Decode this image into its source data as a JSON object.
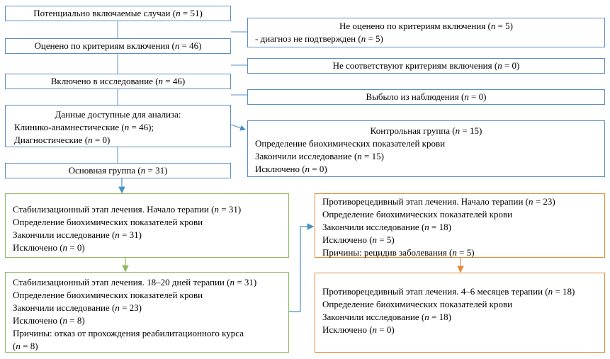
{
  "boxes": {
    "potential": [
      "Потенциально включаемые случаи (n = 51)"
    ],
    "not_evaluated": [
      "Не оценено по критериям включения  (n = 5)",
      "- диагноз не подтвержден (n = 5)"
    ],
    "evaluated": [
      "Оценено по критериям включения (n = 46)"
    ],
    "not_meet": [
      "Не соответствуют критериям включения (n = 0)"
    ],
    "included": [
      "Включено в исследование (n = 46)"
    ],
    "dropped": [
      "Выбыло из наблюдения (n = 0)"
    ],
    "available": [
      "Данные доступные для анализа:",
      "Клинико-анамнестические (n = 46);",
      "Диагностические (n = 0)"
    ],
    "control": [
      "Контрольная группа (n = 15)",
      "Определение биохимических показателей крови",
      "Закончили исследование (n = 15)",
      "Исключено (n = 0)"
    ],
    "main_group": [
      "Основная группа (n = 31)"
    ],
    "stab_start": [
      "Стабилизационный этап лечения. Начало терапии (n = 31)",
      "Определение биохимических показателей крови",
      "Закончили исследование (n = 31)",
      "Исключено (n = 0)"
    ],
    "stab_18_20": [
      "Стабилизационный этап лечения. 18–20 дней терапии (n = 31)",
      "Определение биохимических показателей крови",
      "Закончили исследование (n = 23)",
      "Исключено (n = 8)",
      "Причины:  отказ от прохождения реабилитационного курса",
      "(n = 8)"
    ],
    "anti_start": [
      "Противорецедивный этап лечения. Начало терапии (n = 23)",
      "Определение биохимических показателей крови",
      "Закончили исследование (n = 18)",
      "Исключено (n = 5)",
      "Причины:  рецидив заболевания (n = 5)"
    ],
    "anti_4_6": [
      "Противорецедивный этап лечения. 4–6 месяцев терапии (n = 18)",
      "Определение биохимических показателей крови",
      "Закончили исследование (n = 18)",
      "Исключено (n = 0)"
    ]
  },
  "colors": {
    "blue": "#5b8fc7",
    "green": "#8fb85b",
    "orange": "#e0893a",
    "connector": "#4a90c4"
  }
}
